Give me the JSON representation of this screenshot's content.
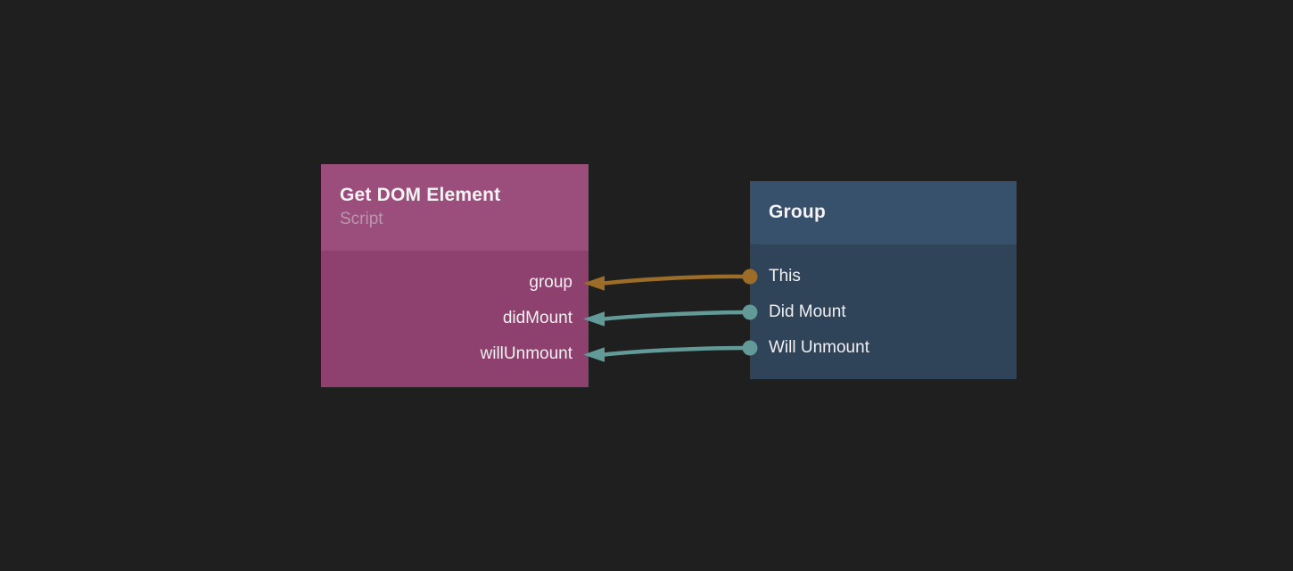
{
  "canvas": {
    "background_color": "#1f1f1f"
  },
  "nodes": {
    "get_dom_element": {
      "title": "Get DOM Element",
      "subtitle": "Script",
      "header_color": "#9b4e7b",
      "body_color": "#8e416e",
      "inputs": [
        {
          "label": "group",
          "connector_color": "#9b6d28"
        },
        {
          "label": "didMount",
          "connector_color": "#629a98"
        },
        {
          "label": "willUnmount",
          "connector_color": "#629a98"
        }
      ]
    },
    "group": {
      "title": "Group",
      "header_color": "#37506c",
      "body_color": "#2f4459",
      "outputs": [
        {
          "label": "This",
          "port_color": "#9b6d28"
        },
        {
          "label": "Did Mount",
          "port_color": "#629a98"
        },
        {
          "label": "Will Unmount",
          "port_color": "#629a98"
        }
      ]
    }
  },
  "connections": [
    {
      "from": "Group / This",
      "to": "Get DOM Element / group",
      "color": "#9b6d28"
    },
    {
      "from": "Group / Did Mount",
      "to": "Get DOM Element / didMount",
      "color": "#629a98"
    },
    {
      "from": "Group / Will Unmount",
      "to": "Get DOM Element / willUnmount",
      "color": "#629a98"
    }
  ]
}
